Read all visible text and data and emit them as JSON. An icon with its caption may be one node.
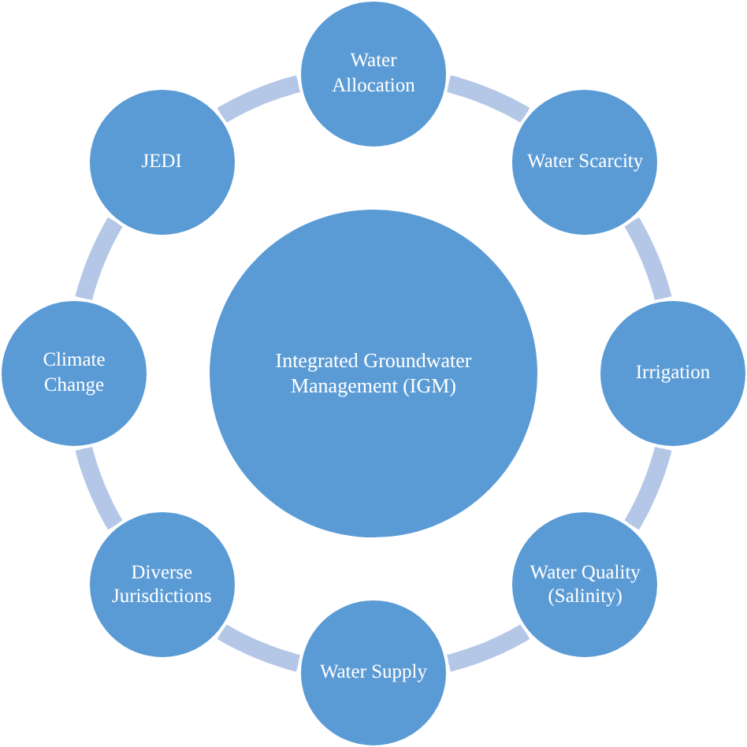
{
  "diagram": {
    "nodes": [
      {
        "text": [
          "Integrated Groundwater Management (IGM)"
        ]
      },
      {
        "text": [
          "Water Allocation"
        ]
      },
      {
        "text": [
          "Water Scarcity"
        ]
      },
      {
        "text": [
          "Irrigation"
        ]
      },
      {
        "text": [
          "Water Quality (Salinity)"
        ]
      },
      {
        "text": [
          "Water Supply"
        ]
      },
      {
        "text": [
          "Diverse Jurisdictions"
        ]
      },
      {
        "text": [
          "Climate Change"
        ]
      },
      {
        "text": [
          "JEDI"
        ]
      }
    ],
    "edges": [
      {
        "from": 1,
        "to": 2,
        "arrow": "none"
      },
      {
        "from": 2,
        "to": 3,
        "arrow": "none"
      },
      {
        "from": 3,
        "to": 4,
        "arrow": "none"
      },
      {
        "from": 4,
        "to": 5,
        "arrow": "none"
      },
      {
        "from": 5,
        "to": 6,
        "arrow": "none"
      },
      {
        "from": 6,
        "to": 7,
        "arrow": "none"
      },
      {
        "from": 7,
        "to": 8,
        "arrow": "none"
      },
      {
        "from": 8,
        "to": 1,
        "arrow": "none"
      }
    ]
  }
}
